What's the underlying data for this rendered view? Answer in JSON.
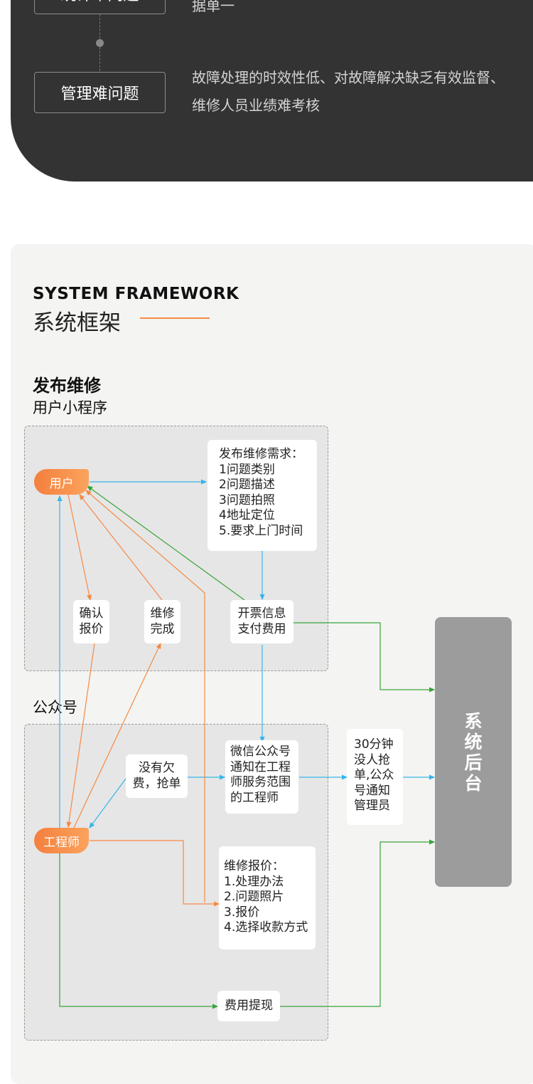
{
  "problems": [
    {
      "tag": "统计难问题",
      "desc": "据单一"
    },
    {
      "tag": "管理难问题",
      "desc": "故障处理的时效性低、对故障解决缺乏有效监督、维修人员业绩难考核"
    }
  ],
  "framework": {
    "title_en": "SYSTEM FRAMEWORK",
    "title_cn": "系统框架",
    "section_title": "发布维修",
    "group1_label": "用户小程序",
    "group2_label": "公众号"
  },
  "nodes": {
    "user": "用户",
    "engineer": "工程师",
    "post_request": [
      "发布维修需求：",
      "1问题类别",
      "2问题描述",
      "3问题拍照",
      "4地址定位",
      "5.要求上门时间"
    ],
    "confirm_quote": "确认报价",
    "repair_done": "维修完成",
    "invoice_pay": "开票信息支付费用",
    "no_arrears": "没有欠费，抢单",
    "wechat_notify": "微信公众号通知在工程师服务范围的工程师",
    "timeout_notify": "30分钟没人抢单,公众号通知管理员",
    "repair_quote": [
      "维修报价：",
      "1.处理办法",
      "2.问题照片",
      "3.报价",
      "4.选择收款方式"
    ],
    "withdraw": "费用提现",
    "backend": "系统后台"
  },
  "colors": {
    "orange": "#f58a45",
    "blue": "#35b6e8",
    "green": "#3aa43a",
    "dark_panel": "#333333",
    "backend": "#9c9c9c"
  }
}
